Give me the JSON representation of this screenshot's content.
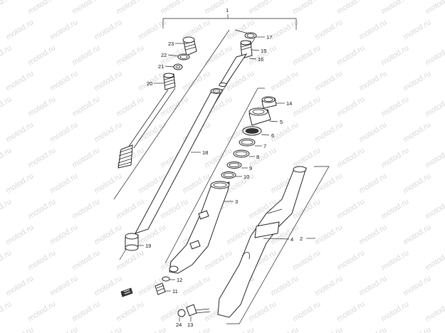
{
  "watermark": "motod.ru",
  "callouts": {
    "c1": "1",
    "c2": "2",
    "c3": "3",
    "c4": "4",
    "c5": "5",
    "c6": "6",
    "c7": "7",
    "c8": "8",
    "c9": "9",
    "c10": "10",
    "c11": "11",
    "c12": "12",
    "c13": "13",
    "c14": "14",
    "c15": "15",
    "c16": "16",
    "c17": "17",
    "c18": "18",
    "c19": "19",
    "c20": "20",
    "c21": "21",
    "c22": "22",
    "c23": "23",
    "c24": "24"
  }
}
